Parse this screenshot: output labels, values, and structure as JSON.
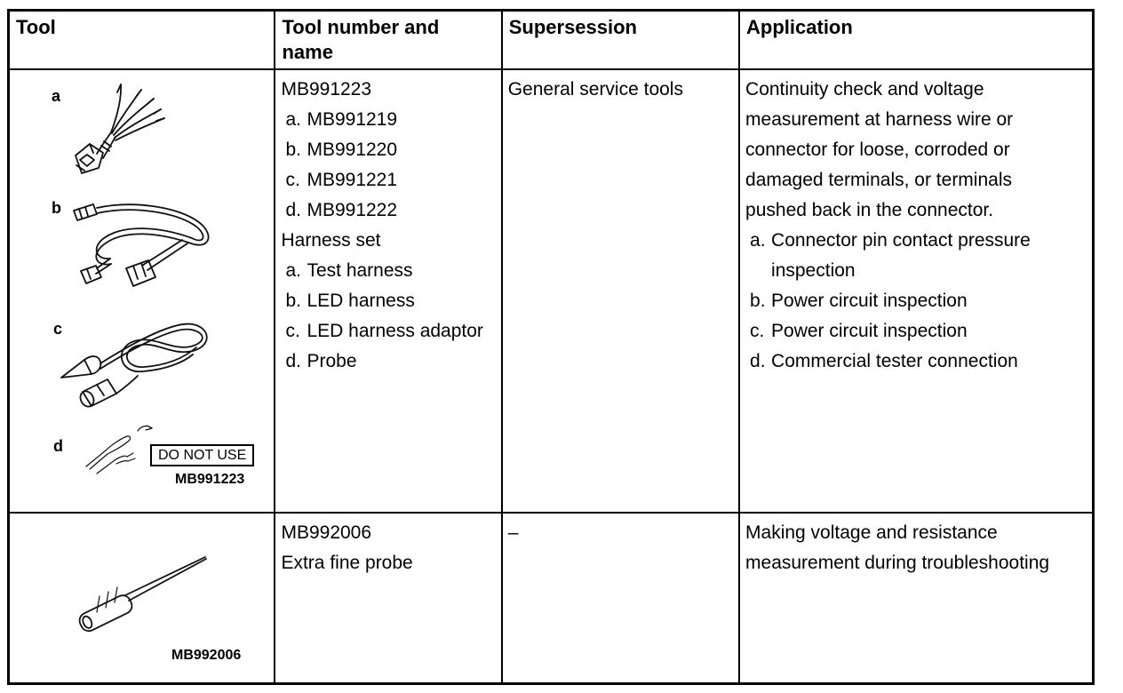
{
  "doc": {
    "headers": [
      "Tool",
      "Tool number and name",
      "Supersession",
      "Application"
    ],
    "rows": [
      {
        "figure_labels": {
          "a": "a",
          "b": "b",
          "c": "c",
          "d": "d"
        },
        "do_not_use_label": "DO NOT USE",
        "tool_caption": "MB991223",
        "tool_number": {
          "title": "MB991223",
          "part_items": [
            {
              "marker": "a.",
              "text": "MB991219"
            },
            {
              "marker": "b.",
              "text": "MB991220"
            },
            {
              "marker": "c.",
              "text": "MB991221"
            },
            {
              "marker": "d.",
              "text": "MB991222"
            }
          ],
          "set_name": "Harness set",
          "name_items": [
            {
              "marker": "a.",
              "text": "Test harness"
            },
            {
              "marker": "b.",
              "text": "LED harness"
            },
            {
              "marker": "c.",
              "text": "LED harness adaptor"
            },
            {
              "marker": "d.",
              "text": "Probe"
            }
          ]
        },
        "supersession": "General service tools",
        "application": {
          "intro": "Continuity check and voltage measurement at harness wire or connector for loose, corroded or damaged terminals, or terminals pushed back in the connector.",
          "items": [
            {
              "marker": "a.",
              "text": "Connector pin contact pressure inspection"
            },
            {
              "marker": "b.",
              "text": "Power circuit inspection"
            },
            {
              "marker": "c.",
              "text": "Power circuit inspection"
            },
            {
              "marker": "d.",
              "text": "Commercial tester connection"
            }
          ]
        }
      },
      {
        "tool_caption": "MB992006",
        "tool_number": {
          "title": "MB992006",
          "set_name": "Extra fine probe"
        },
        "supersession": "–",
        "application": {
          "intro": "Making voltage and resistance measurement during troubleshooting"
        }
      }
    ]
  }
}
